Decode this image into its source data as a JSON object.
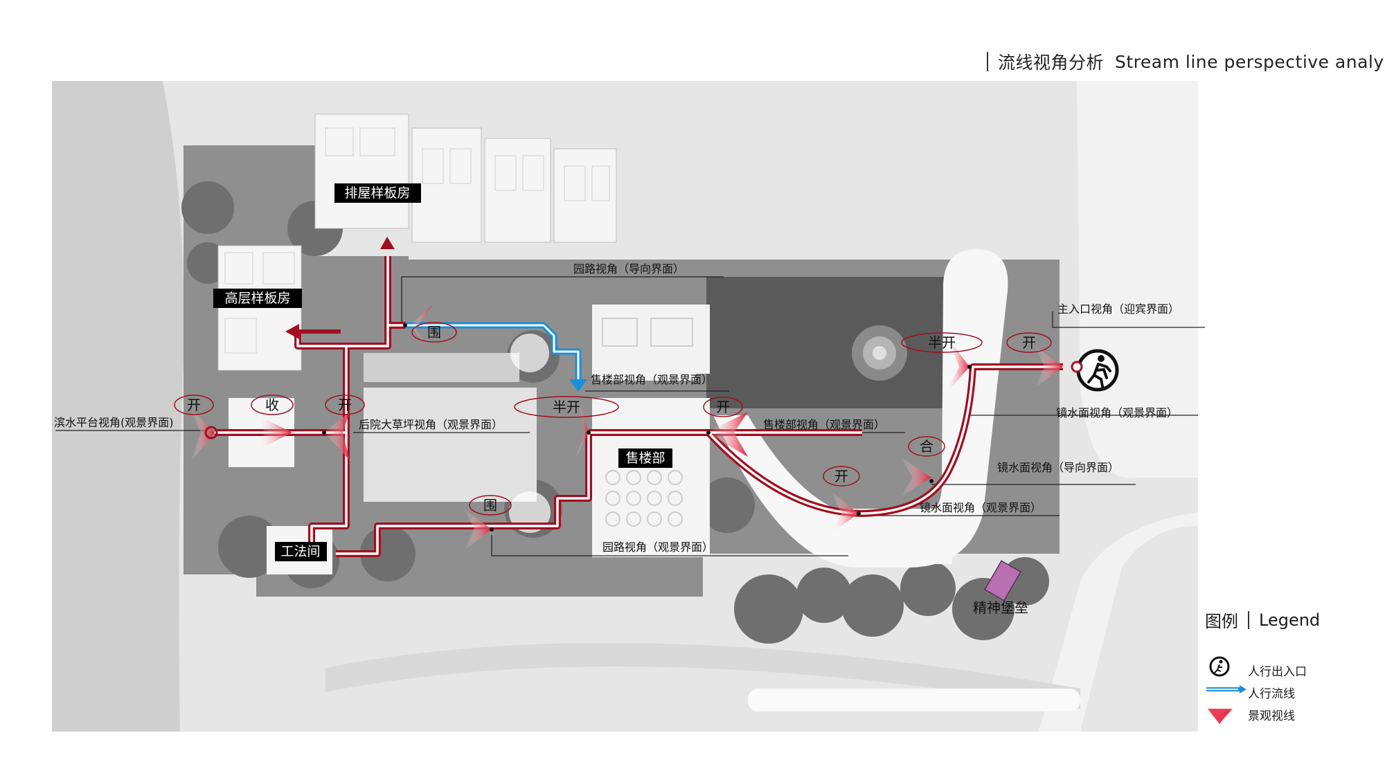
{
  "title": {
    "cn": "流线视角分析",
    "en": "Stream line perspective analysis"
  },
  "buildings": {
    "row_house": "排屋样板房",
    "highrise": "高层样板房",
    "sales_office": "售楼部",
    "method_room": "工法间",
    "spirit_fort": "精神堡垒"
  },
  "view_labels": {
    "garden_guide": "园路视角（导向界面）",
    "main_entry": "主入口视角（迎宾界面）",
    "sales_view": "售楼部视角（观景界面）",
    "waterfront": "滨水平台视角(观景界面)",
    "backyard_lawn": "后院大草坪视角（观景界面）",
    "sales_view_2": "售楼部视角（观景界面）",
    "mirror_water_1": "镜水面视角（观景界面）",
    "mirror_water_guide": "镜水面视角（导向界面）",
    "mirror_water_2": "镜水面视角（观景界面）",
    "garden_view": "园路视角（观景界面）"
  },
  "markers": {
    "open": "开",
    "close": "收",
    "enclose": "围",
    "half_open": "半开",
    "merge": "合"
  },
  "legend": {
    "title_cn": "图例",
    "title_en": "Legend",
    "items": [
      "人行出入口",
      "人行流线",
      "景观视线"
    ]
  },
  "colors": {
    "route_red": "#a01020",
    "flow_blue": "#1a8fd8",
    "view_red": "#e8203a",
    "fort_purple": "#b86fb3"
  },
  "icons": {
    "entry": "pedestrian-entry-icon",
    "flow": "blue-arrow-icon",
    "view": "sightline-fan-icon"
  }
}
